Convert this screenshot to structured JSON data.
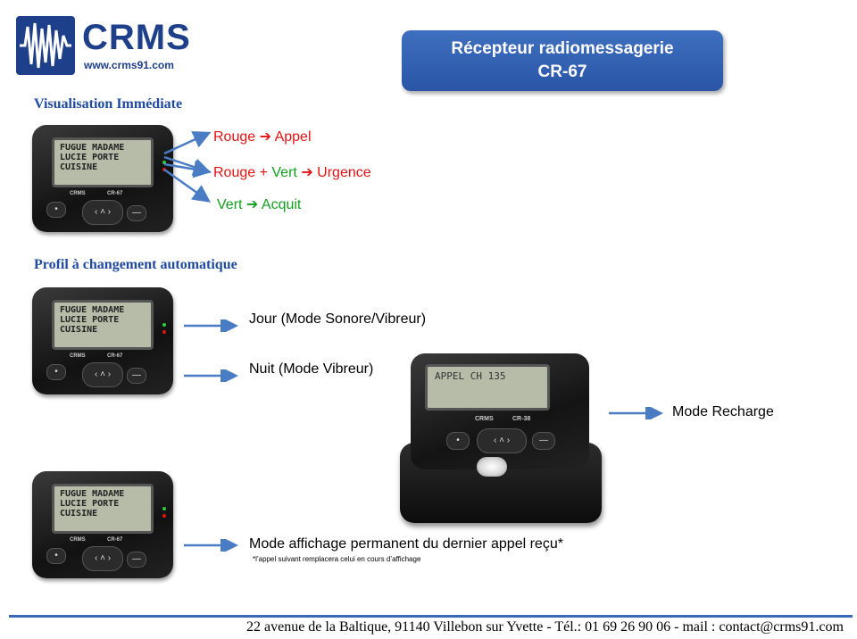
{
  "logo": {
    "brand": "CRMS",
    "url": "www.crms91.com"
  },
  "title": {
    "line1": "Récepteur radiomessagerie",
    "line2": "CR-67"
  },
  "sections": {
    "immediate": "Visualisation Immédiate",
    "profile": "Profil à changement automatique"
  },
  "immediate_items": {
    "red": {
      "color1": "Rouge",
      "arrow": "➔",
      "meaning": "Appel"
    },
    "both": {
      "color1": "Rouge",
      "plus": " + ",
      "color2": "Vert",
      "arrow": "➔",
      "meaning": "Urgence"
    },
    "green": {
      "color1": "Vert",
      "arrow": "➔",
      "meaning": "Acquit"
    }
  },
  "profile_items": {
    "day": "Jour (Mode Sonore/Vibreur)",
    "night": "Nuit (Mode Vibreur)",
    "charge": "Mode Recharge",
    "display": "Mode affichage permanent du dernier appel reçu*",
    "note": "*l’appel suivant remplacera celui en cours d’affichage"
  },
  "pager": {
    "screen_lines": [
      "FUGUE MADAME",
      "LUCIE PORTE",
      "CUISINE"
    ],
    "brand": "CRMS",
    "model": "CR-67"
  },
  "charger_device": {
    "screen": "APPEL CH 135",
    "brand": "CRMS",
    "model": "CR-38"
  },
  "footer": "22 avenue de la Baltique, 91140 Villebon sur Yvette - Tél.: 01 69 26 90 06 - mail : contact@crms91.com",
  "colors": {
    "accent": "#2a55a6",
    "red": "#e31212",
    "green": "#14a01e",
    "arrow": "#4a7cc4"
  }
}
